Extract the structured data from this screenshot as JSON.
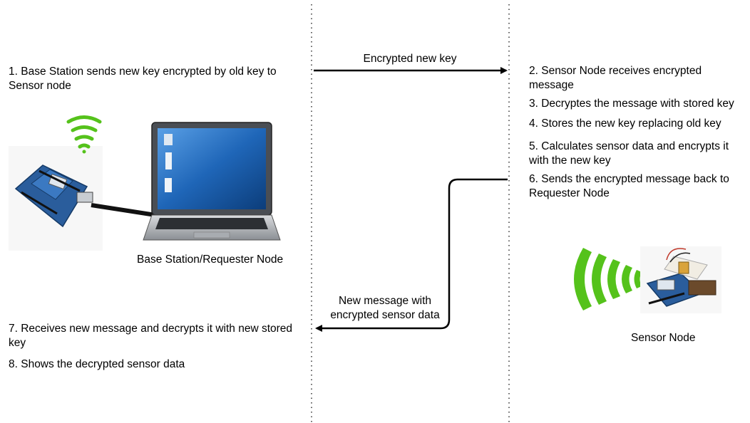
{
  "base_station": {
    "step1": "1. Base Station sends new key encrypted by old key to Sensor node",
    "label": "Base Station/Requester Node",
    "step7": "7. Receives new message and decrypts it with new stored key",
    "step8": "8. Shows the decrypted sensor data"
  },
  "messages": {
    "to_sensor": "Encrypted new key",
    "to_base": "New message with encrypted sensor data"
  },
  "sensor_node": {
    "step2": "2. Sensor Node receives encrypted message",
    "step3": "3. Decryptes the message with stored key",
    "step4": "4. Stores the new key replacing old key",
    "step5": "5. Calculates sensor data and encrypts it with the new key",
    "step6": "6. Sends the encrypted message back to Requester Node",
    "label": "Sensor Node"
  },
  "icons": {
    "signal_color": "#55c21b",
    "board_color": "#2a5d9c",
    "screen_color": "#1f66b8"
  }
}
